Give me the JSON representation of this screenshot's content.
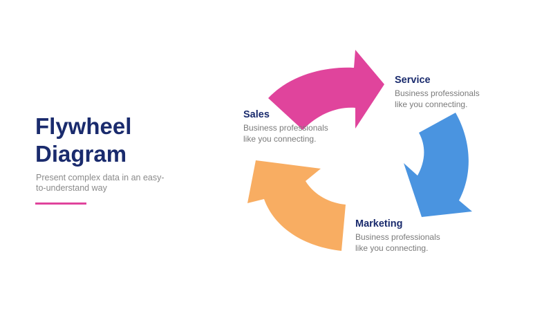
{
  "slide": {
    "title": "Flywheel Diagram",
    "subtitle": "Present complex data in an easy-to-understand way",
    "accent_color": "#e0449c",
    "title_color": "#1a2b6d"
  },
  "stages": [
    {
      "name": "Sales",
      "text": "Business professionals like you connecting."
    },
    {
      "name": "Service",
      "text": "Business professionals like you connecting."
    },
    {
      "name": "Marketing",
      "text": "Business professionals like you connecting."
    }
  ],
  "arrows": [
    {
      "id": "pink",
      "color": "#e0449c"
    },
    {
      "id": "blue",
      "color": "#4a94e0"
    },
    {
      "id": "orange",
      "color": "#f8ad62"
    }
  ]
}
